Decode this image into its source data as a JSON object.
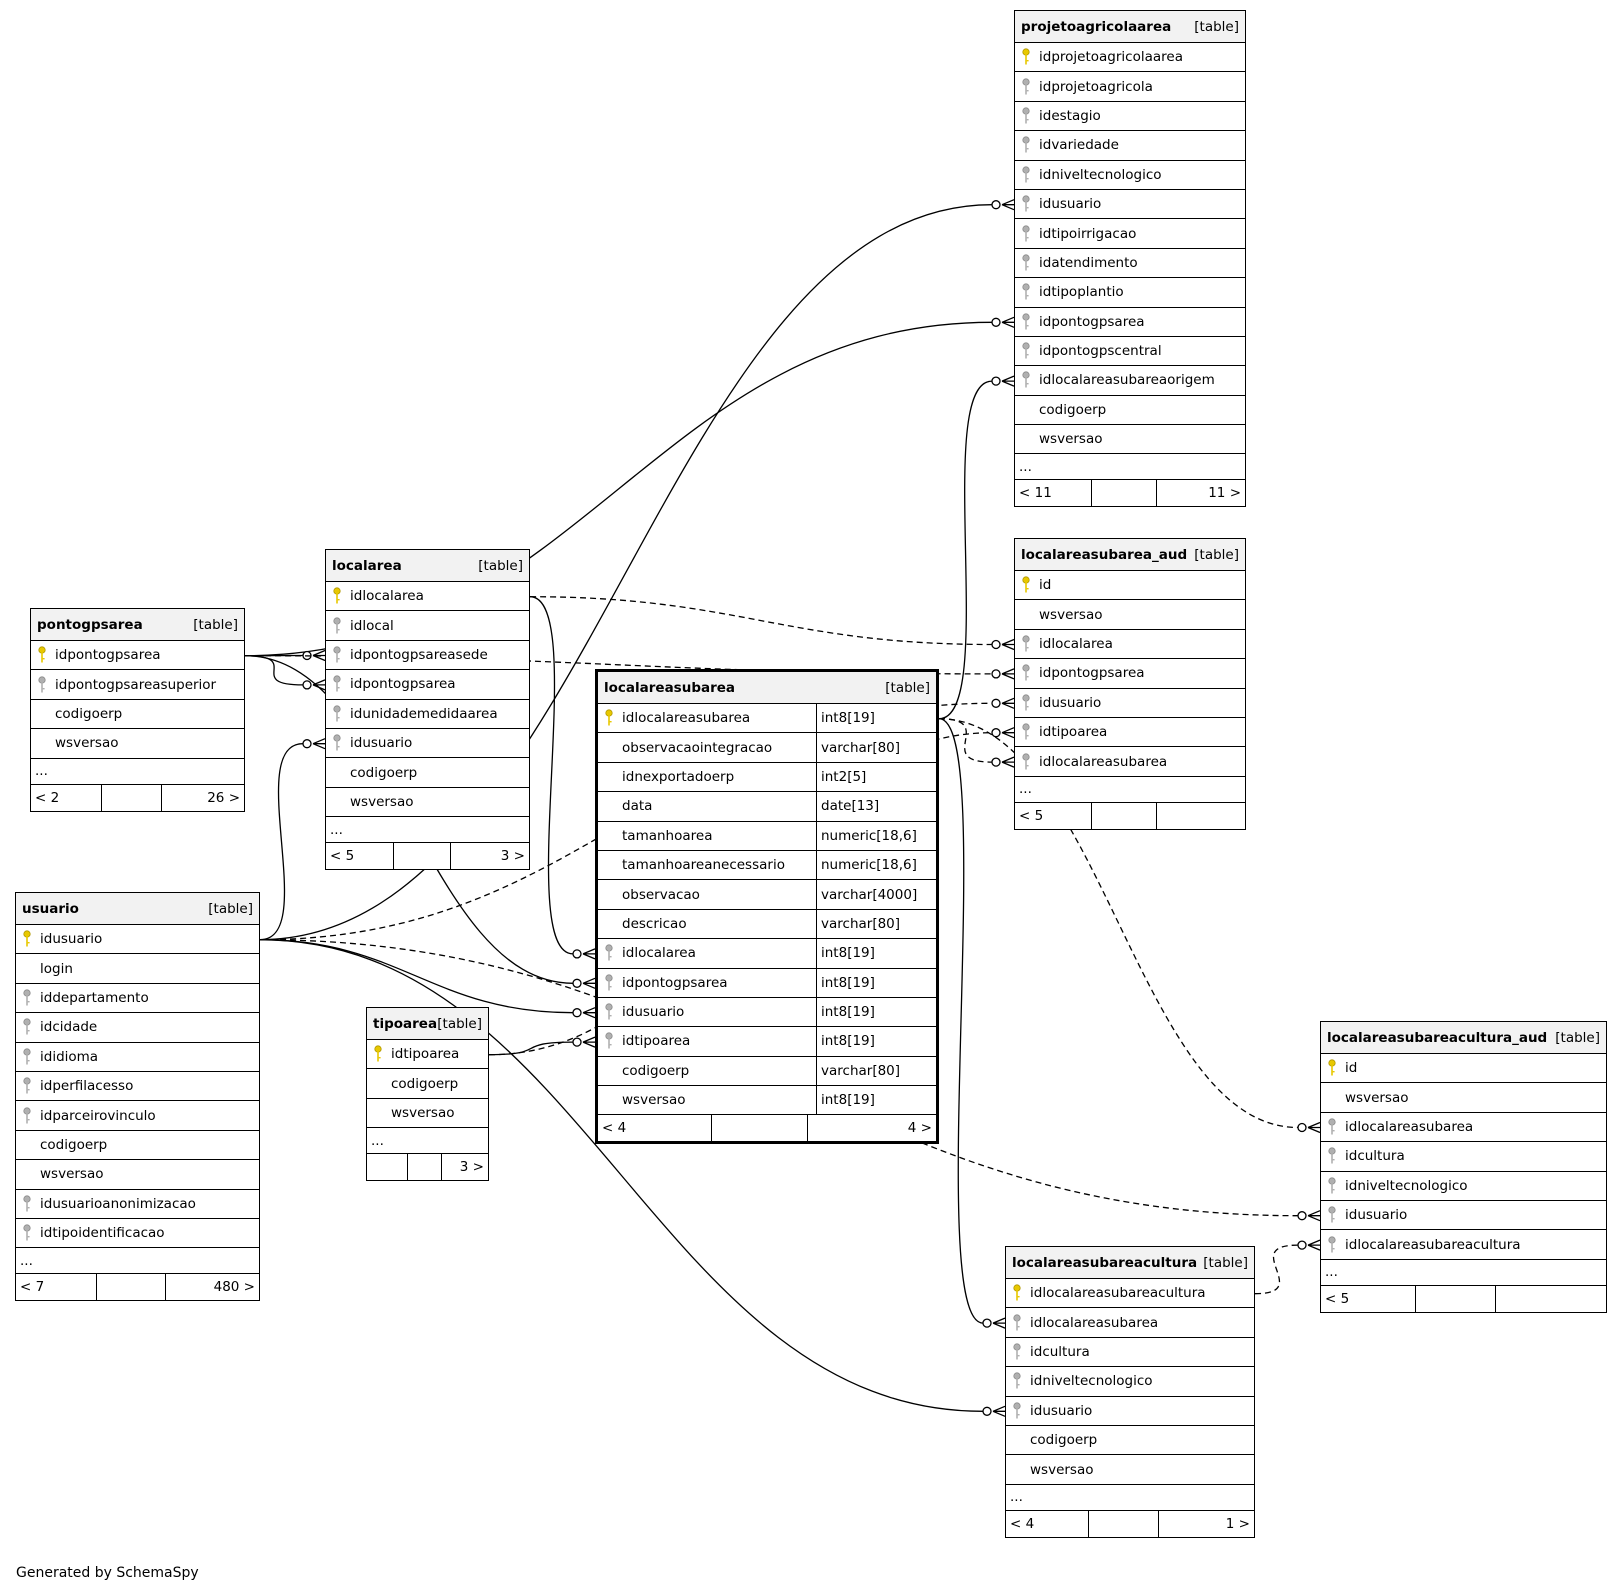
{
  "footer_text": "Generated by SchemaSpy",
  "tables": {
    "projetoagricolaarea": {
      "name": "projetoagricolaarea",
      "kind": "[table]",
      "columns": [
        {
          "name": "idprojetoagricolaarea",
          "key": "pk-icon"
        },
        {
          "name": "idprojetoagricola",
          "key": "fk-icon"
        },
        {
          "name": "idestagio",
          "key": "fk-icon"
        },
        {
          "name": "idvariedade",
          "key": "fk-icon"
        },
        {
          "name": "idniveltecnologico",
          "key": "fk-icon"
        },
        {
          "name": "idusuario",
          "key": "fk-icon"
        },
        {
          "name": "idtipoirrigacao",
          "key": "fk-icon"
        },
        {
          "name": "idatendimento",
          "key": "fk-icon"
        },
        {
          "name": "idtipoplantio",
          "key": "fk-icon"
        },
        {
          "name": "idpontogpsarea",
          "key": "fk-icon"
        },
        {
          "name": "idpontogpscentral",
          "key": "fk-icon"
        },
        {
          "name": "idlocalareasubareaorigem",
          "key": "fk-icon"
        },
        {
          "name": "codigoerp",
          "key": ""
        },
        {
          "name": "wsversao",
          "key": ""
        }
      ],
      "more": "...",
      "parents": "< 11",
      "middle": "",
      "children": "11 >"
    },
    "localareasubarea_aud": {
      "name": "localareasubarea_aud",
      "kind": "[table]",
      "columns": [
        {
          "name": "id",
          "key": "pk-icon"
        },
        {
          "name": "wsversao",
          "key": ""
        },
        {
          "name": "idlocalarea",
          "key": "fk-icon"
        },
        {
          "name": "idpontogpsarea",
          "key": "fk-icon"
        },
        {
          "name": "idusuario",
          "key": "fk-icon"
        },
        {
          "name": "idtipoarea",
          "key": "fk-icon"
        },
        {
          "name": "idlocalareasubarea",
          "key": "fk-icon"
        }
      ],
      "more": "...",
      "parents": "< 5",
      "middle": "",
      "children": ""
    },
    "pontogpsarea": {
      "name": "pontogpsarea",
      "kind": "[table]",
      "columns": [
        {
          "name": "idpontogpsarea",
          "key": "pk-icon"
        },
        {
          "name": "idpontogpsareasuperior",
          "key": "fk-icon"
        },
        {
          "name": "codigoerp",
          "key": ""
        },
        {
          "name": "wsversao",
          "key": ""
        }
      ],
      "more": "...",
      "parents": "< 2",
      "middle": "",
      "children": "26 >"
    },
    "localarea": {
      "name": "localarea",
      "kind": "[table]",
      "columns": [
        {
          "name": "idlocalarea",
          "key": "pk-icon"
        },
        {
          "name": "idlocal",
          "key": "fk-icon"
        },
        {
          "name": "idpontogpsareasede",
          "key": "fk-icon"
        },
        {
          "name": "idpontogpsarea",
          "key": "fk-icon"
        },
        {
          "name": "idunidademedidaarea",
          "key": "fk-icon"
        },
        {
          "name": "idusuario",
          "key": "fk-icon"
        },
        {
          "name": "codigoerp",
          "key": ""
        },
        {
          "name": "wsversao",
          "key": ""
        }
      ],
      "more": "...",
      "parents": "< 5",
      "middle": "",
      "children": "3 >"
    },
    "localareasubarea": {
      "name": "localareasubarea",
      "kind": "[table]",
      "columns": [
        {
          "name": "idlocalareasubarea",
          "key": "pk-icon",
          "type": "int8[19]"
        },
        {
          "name": "observacaointegracao",
          "key": "",
          "type": "varchar[80]"
        },
        {
          "name": "idnexportadoerp",
          "key": "",
          "type": "int2[5]"
        },
        {
          "name": "data",
          "key": "",
          "type": "date[13]"
        },
        {
          "name": "tamanhoarea",
          "key": "",
          "type": "numeric[18,6]"
        },
        {
          "name": "tamanhoareanecessario",
          "key": "",
          "type": "numeric[18,6]"
        },
        {
          "name": "observacao",
          "key": "",
          "type": "varchar[4000]"
        },
        {
          "name": "descricao",
          "key": "",
          "type": "varchar[80]"
        },
        {
          "name": "idlocalarea",
          "key": "fk-icon",
          "type": "int8[19]"
        },
        {
          "name": "idpontogpsarea",
          "key": "fk-icon",
          "type": "int8[19]"
        },
        {
          "name": "idusuario",
          "key": "fk-icon",
          "type": "int8[19]"
        },
        {
          "name": "idtipoarea",
          "key": "fk-icon",
          "type": "int8[19]"
        },
        {
          "name": "codigoerp",
          "key": "",
          "type": "varchar[80]"
        },
        {
          "name": "wsversao",
          "key": "",
          "type": "int8[19]"
        }
      ],
      "more": "",
      "parents": "< 4",
      "middle": "",
      "children": "4 >"
    },
    "usuario": {
      "name": "usuario",
      "kind": "[table]",
      "columns": [
        {
          "name": "idusuario",
          "key": "pk-icon"
        },
        {
          "name": "login",
          "key": ""
        },
        {
          "name": "iddepartamento",
          "key": "fk-icon"
        },
        {
          "name": "idcidade",
          "key": "fk-icon"
        },
        {
          "name": "ididioma",
          "key": "fk-icon"
        },
        {
          "name": "idperfilacesso",
          "key": "fk-icon"
        },
        {
          "name": "idparceirovinculo",
          "key": "fk-icon"
        },
        {
          "name": "codigoerp",
          "key": ""
        },
        {
          "name": "wsversao",
          "key": ""
        },
        {
          "name": "idusuarioanonimizacao",
          "key": "fk-icon"
        },
        {
          "name": "idtipoidentificacao",
          "key": "fk-icon"
        }
      ],
      "more": "...",
      "parents": "< 7",
      "middle": "",
      "children": "480 >"
    },
    "tipoarea": {
      "name": "tipoarea",
      "kind": "[table]",
      "columns": [
        {
          "name": "idtipoarea",
          "key": "pk-icon"
        },
        {
          "name": "codigoerp",
          "key": ""
        },
        {
          "name": "wsversao",
          "key": ""
        }
      ],
      "more": "...",
      "parents": "",
      "middle": "",
      "children": "3 >"
    },
    "localareasubareacultura_aud": {
      "name": "localareasubareacultura_aud",
      "kind": "[table]",
      "columns": [
        {
          "name": "id",
          "key": "pk-icon"
        },
        {
          "name": "wsversao",
          "key": ""
        },
        {
          "name": "idlocalareasubarea",
          "key": "fk-icon"
        },
        {
          "name": "idcultura",
          "key": "fk-icon"
        },
        {
          "name": "idniveltecnologico",
          "key": "fk-icon"
        },
        {
          "name": "idusuario",
          "key": "fk-icon"
        },
        {
          "name": "idlocalareasubareacultura",
          "key": "fk-icon"
        }
      ],
      "more": "...",
      "parents": "< 5",
      "middle": "",
      "children": ""
    },
    "localareasubareacultura": {
      "name": "localareasubareacultura",
      "kind": "[table]",
      "columns": [
        {
          "name": "idlocalareasubareacultura",
          "key": "pk-icon"
        },
        {
          "name": "idlocalareasubarea",
          "key": "fk-icon"
        },
        {
          "name": "idcultura",
          "key": "fk-icon"
        },
        {
          "name": "idniveltecnologico",
          "key": "fk-icon"
        },
        {
          "name": "idusuario",
          "key": "fk-icon"
        },
        {
          "name": "codigoerp",
          "key": ""
        },
        {
          "name": "wsversao",
          "key": ""
        }
      ],
      "more": "...",
      "parents": "< 4",
      "middle": "",
      "children": "1 >"
    }
  },
  "relationships": [
    {
      "from": "usuario.idusuario",
      "to": "projetoagricolaarea.idusuario",
      "style": "solid"
    },
    {
      "from": "pontogpsarea.idpontogpsarea",
      "to": "projetoagricolaarea.idpontogpsarea",
      "style": "solid"
    },
    {
      "from": "localareasubarea.idlocalareasubarea",
      "to": "projetoagricolaarea.idlocalareasubareaorigem",
      "style": "solid"
    },
    {
      "from": "pontogpsarea.idpontogpsarea",
      "to": "localarea.idpontogpsareasede",
      "style": "solid"
    },
    {
      "from": "pontogpsarea.idpontogpsarea",
      "to": "localarea.idpontogpsarea",
      "style": "solid"
    },
    {
      "from": "usuario.idusuario",
      "to": "localarea.idusuario",
      "style": "solid"
    },
    {
      "from": "localarea.idlocalarea",
      "to": "localareasubarea.idlocalarea",
      "style": "solid"
    },
    {
      "from": "pontogpsarea.idpontogpsarea",
      "to": "localareasubarea.idpontogpsarea",
      "style": "solid"
    },
    {
      "from": "usuario.idusuario",
      "to": "localareasubarea.idusuario",
      "style": "solid"
    },
    {
      "from": "tipoarea.idtipoarea",
      "to": "localareasubarea.idtipoarea",
      "style": "solid"
    },
    {
      "from": "localarea.idlocalarea",
      "to": "localareasubarea_aud.idlocalarea",
      "style": "dashed"
    },
    {
      "from": "pontogpsarea.idpontogpsarea",
      "to": "localareasubarea_aud.idpontogpsarea",
      "style": "dashed"
    },
    {
      "from": "usuario.idusuario",
      "to": "localareasubarea_aud.idusuario",
      "style": "dashed"
    },
    {
      "from": "tipoarea.idtipoarea",
      "to": "localareasubarea_aud.idtipoarea",
      "style": "dashed"
    },
    {
      "from": "localareasubarea.idlocalareasubarea",
      "to": "localareasubarea_aud.idlocalareasubarea",
      "style": "dashed"
    },
    {
      "from": "localareasubarea.idlocalareasubarea",
      "to": "localareasubareacultura.idlocalareasubarea",
      "style": "solid"
    },
    {
      "from": "usuario.idusuario",
      "to": "localareasubareacultura.idusuario",
      "style": "solid"
    },
    {
      "from": "localareasubarea.idlocalareasubarea",
      "to": "localareasubareacultura_aud.idlocalareasubarea",
      "style": "dashed"
    },
    {
      "from": "usuario.idusuario",
      "to": "localareasubareacultura_aud.idusuario",
      "style": "dashed"
    },
    {
      "from": "localareasubareacultura.idlocalareasubareacultura",
      "to": "localareasubareacultura_aud.idlocalareasubareacultura",
      "style": "dashed"
    }
  ]
}
